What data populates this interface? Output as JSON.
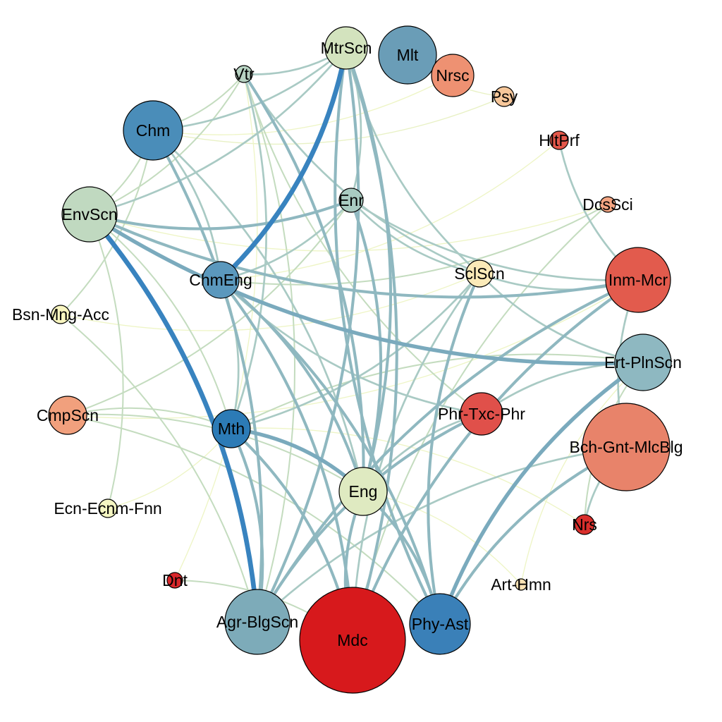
{
  "diagram": {
    "type": "network",
    "nodes": [
      {
        "id": "MtrScn",
        "label": "MtrScn",
        "color": "#d3e3be"
      },
      {
        "id": "Mlt",
        "label": "Mlt",
        "color": "#6a9db7"
      },
      {
        "id": "Nrsc",
        "label": "Nrsc",
        "color": "#ee9172"
      },
      {
        "id": "Psy",
        "label": "Psy",
        "color": "#f7c79a"
      },
      {
        "id": "HltPrf",
        "label": "HltPrf",
        "color": "#e4574a"
      },
      {
        "id": "DcsSci",
        "label": "DcsSci",
        "color": "#f4a582"
      },
      {
        "id": "Inm-Mcr",
        "label": "Inm-Mcr",
        "color": "#e25b4d"
      },
      {
        "id": "Ert-PlnScn",
        "label": "Ert-PlnScn",
        "color": "#8eb8c1"
      },
      {
        "id": "Bch-Gnt-MlcBlg",
        "label": "Bch-Gnt-MlcBlg",
        "color": "#e8836a"
      },
      {
        "id": "Nrs",
        "label": "Nrs",
        "color": "#d92f2c"
      },
      {
        "id": "Art-Hmn",
        "label": "Art-Hmn",
        "color": "#fbe2b4"
      },
      {
        "id": "Phy-Ast",
        "label": "Phy-Ast",
        "color": "#3a80b8"
      },
      {
        "id": "Mdc",
        "label": "Mdc",
        "color": "#d7191c"
      },
      {
        "id": "Agr-BlgScn",
        "label": "Agr-BlgScn",
        "color": "#7dabb9"
      },
      {
        "id": "Dnt",
        "label": "Dnt",
        "color": "#d8272a"
      },
      {
        "id": "Ecn-Ecnm-Fnn",
        "label": "Ecn-Ecnm-Fnn",
        "color": "#f5f6c2"
      },
      {
        "id": "CmpScn",
        "label": "CmpScn",
        "color": "#f1a07d"
      },
      {
        "id": "Bsn-Mng-Acc",
        "label": "Bsn-Mng-Acc",
        "color": "#f9f6c0"
      },
      {
        "id": "EnvScn",
        "label": "EnvScn",
        "color": "#c0d9c0"
      },
      {
        "id": "Chm",
        "label": "Chm",
        "color": "#4a8db9"
      },
      {
        "id": "Vtr",
        "label": "Vtr",
        "color": "#b7d3c2"
      },
      {
        "id": "Enr",
        "label": "Enr",
        "color": "#a9cbc1"
      },
      {
        "id": "ChmEng",
        "label": "ChmEng",
        "color": "#5b98bd"
      },
      {
        "id": "SclScn",
        "label": "SclScn",
        "color": "#fbeab8"
      },
      {
        "id": "Phr-Txc-Phr",
        "label": "Phr-Txc-Phr",
        "color": "#e0504a"
      },
      {
        "id": "Mth",
        "label": "Mth",
        "color": "#2c7bb6"
      },
      {
        "id": "Eng",
        "label": "Eng",
        "color": "#dfeac1"
      }
    ],
    "edges": [
      {
        "source": "MtrScn",
        "target": "ChmEng",
        "weight": 5,
        "color": "#3883bf"
      },
      {
        "source": "EnvScn",
        "target": "Agr-BlgScn",
        "weight": 5,
        "color": "#3883bf"
      },
      {
        "source": "EnvScn",
        "target": "Ert-PlnScn",
        "weight": 4,
        "color": "#7aaabd"
      },
      {
        "source": "Ert-PlnScn",
        "target": "Phy-Ast",
        "weight": 4,
        "color": "#7aaabd"
      },
      {
        "source": "Mth",
        "target": "Eng",
        "weight": 4,
        "color": "#7aaabd"
      },
      {
        "source": "Agr-BlgScn",
        "target": "Inm-Mcr",
        "weight": 3,
        "color": "#8fb8c0"
      },
      {
        "source": "Agr-BlgScn",
        "target": "Phr-Txc-Phr",
        "weight": 3,
        "color": "#8fb8c0"
      },
      {
        "source": "Agr-BlgScn",
        "target": "MtrScn",
        "weight": 3,
        "color": "#8fb8c0"
      },
      {
        "source": "Agr-BlgScn",
        "target": "Mth",
        "weight": 3,
        "color": "#8fb8c0"
      },
      {
        "source": "Agr-BlgScn",
        "target": "Chm",
        "weight": 3,
        "color": "#8fb8c0"
      },
      {
        "source": "Mdc",
        "target": "Eng",
        "weight": 3,
        "color": "#8fb8c0"
      },
      {
        "source": "Mdc",
        "target": "MtrScn",
        "weight": 3,
        "color": "#8fb8c0"
      },
      {
        "source": "Mdc",
        "target": "ChmEng",
        "weight": 3,
        "color": "#8fb8c0"
      },
      {
        "source": "Mdc",
        "target": "Mth",
        "weight": 3,
        "color": "#8fb8c0"
      },
      {
        "source": "Mdc",
        "target": "Inm-Mcr",
        "weight": 3,
        "color": "#8fb8c0"
      },
      {
        "source": "Phy-Ast",
        "target": "MtrScn",
        "weight": 3,
        "color": "#8fb8c0"
      },
      {
        "source": "Phy-Ast",
        "target": "SclScn",
        "weight": 3,
        "color": "#8fb8c0"
      },
      {
        "source": "Phy-Ast",
        "target": "ChmEng",
        "weight": 3,
        "color": "#8fb8c0"
      },
      {
        "source": "Phy-Ast",
        "target": "Eng",
        "weight": 3,
        "color": "#8fb8c0"
      },
      {
        "source": "Phy-Ast",
        "target": "Bch-Gnt-MlcBlg",
        "weight": 3,
        "color": "#8fb8c0"
      },
      {
        "source": "Eng",
        "target": "Enr",
        "weight": 3,
        "color": "#8fb8c0"
      },
      {
        "source": "Eng",
        "target": "ChmEng",
        "weight": 3,
        "color": "#8fb8c0"
      },
      {
        "source": "Eng",
        "target": "MtrScn",
        "weight": 3,
        "color": "#8fb8c0"
      },
      {
        "source": "Eng",
        "target": "Vtr",
        "weight": 3,
        "color": "#8fb8c0"
      },
      {
        "source": "EnvScn",
        "target": "Enr",
        "weight": 3,
        "color": "#8fb8c0"
      },
      {
        "source": "EnvScn",
        "target": "Inm-Mcr",
        "weight": 3,
        "color": "#8fb8c0"
      },
      {
        "source": "EnvScn",
        "target": "MtrScn",
        "weight": 2,
        "color": "#a9cac4"
      },
      {
        "source": "Enr",
        "target": "SclScn",
        "weight": 2,
        "color": "#a9cac4"
      },
      {
        "source": "Enr",
        "target": "ChmEng",
        "weight": 2,
        "color": "#a9cac4"
      },
      {
        "source": "Enr",
        "target": "Inm-Mcr",
        "weight": 2,
        "color": "#a9cac4"
      },
      {
        "source": "MtrScn",
        "target": "Chm",
        "weight": 2,
        "color": "#a9cac4"
      },
      {
        "source": "MtrScn",
        "target": "Enr",
        "weight": 2,
        "color": "#a9cac4"
      },
      {
        "source": "MtrScn",
        "target": "SclScn",
        "weight": 2,
        "color": "#a9cac4"
      },
      {
        "source": "Chm",
        "target": "ChmEng",
        "weight": 2,
        "color": "#a9cac4"
      },
      {
        "source": "Chm",
        "target": "Eng",
        "weight": 2,
        "color": "#a9cac4"
      },
      {
        "source": "Vtr",
        "target": "SclScn",
        "weight": 2,
        "color": "#a9cac4"
      },
      {
        "source": "Vtr",
        "target": "Mth",
        "weight": 2,
        "color": "#a9cac4"
      },
      {
        "source": "Inm-Mcr",
        "target": "Bch-Gnt-MlcBlg",
        "weight": 2,
        "color": "#a9cac4"
      },
      {
        "source": "Inm-Mcr",
        "target": "SclScn",
        "weight": 2,
        "color": "#a9cac4"
      },
      {
        "source": "Ert-PlnScn",
        "target": "SclScn",
        "weight": 2,
        "color": "#a9cac4"
      },
      {
        "source": "Ert-PlnScn",
        "target": "Phr-Txc-Phr",
        "weight": 2,
        "color": "#a9cac4"
      },
      {
        "source": "Bch-Gnt-MlcBlg",
        "target": "Nrs",
        "weight": 2,
        "color": "#a9cac4"
      },
      {
        "source": "Bch-Gnt-MlcBlg",
        "target": "Agr-BlgScn",
        "weight": 2,
        "color": "#a9cac4"
      },
      {
        "source": "Phr-Txc-Phr",
        "target": "Eng",
        "weight": 2,
        "color": "#a9cac4"
      },
      {
        "source": "SclScn",
        "target": "Mdc",
        "weight": 2,
        "color": "#a9cac4"
      },
      {
        "source": "SclScn",
        "target": "Mth",
        "weight": 2,
        "color": "#a9cac4"
      },
      {
        "source": "ChmEng",
        "target": "Phr-Txc-Phr",
        "weight": 2,
        "color": "#a9cac4"
      },
      {
        "source": "ChmEng",
        "target": "Mth",
        "weight": 2,
        "color": "#a9cac4"
      },
      {
        "source": "HltPrf",
        "target": "Inm-Mcr",
        "weight": 2,
        "color": "#a9cac4"
      },
      {
        "source": "MtrScn",
        "target": "Vtr",
        "weight": 2,
        "color": "#a9cac4"
      },
      {
        "source": "Chm",
        "target": "EnvScn",
        "weight": 1.5,
        "color": "#c4dcbf"
      },
      {
        "source": "Chm",
        "target": "Vtr",
        "weight": 1.5,
        "color": "#c4dcbf"
      },
      {
        "source": "Vtr",
        "target": "EnvScn",
        "weight": 1.5,
        "color": "#c4dcbf"
      },
      {
        "source": "Vtr",
        "target": "Agr-BlgScn",
        "weight": 1.5,
        "color": "#c4dcbf"
      },
      {
        "source": "Vtr",
        "target": "Phr-Txc-Phr",
        "weight": 1.5,
        "color": "#c4dcbf"
      },
      {
        "source": "Bsn-Mng-Acc",
        "target": "Agr-BlgScn",
        "weight": 1.5,
        "color": "#c4dcbf"
      },
      {
        "source": "Bsn-Mng-Acc",
        "target": "Chm",
        "weight": 1.5,
        "color": "#c4dcbf"
      },
      {
        "source": "CmpScn",
        "target": "Enr",
        "weight": 1.5,
        "color": "#c4dcbf"
      },
      {
        "source": "CmpScn",
        "target": "Phy-Ast",
        "weight": 1.5,
        "color": "#c4dcbf"
      },
      {
        "source": "CmpScn",
        "target": "Eng",
        "weight": 1.5,
        "color": "#c4dcbf"
      },
      {
        "source": "Ecn-Ecnm-Fnn",
        "target": "EnvScn",
        "weight": 1.5,
        "color": "#c4dcbf"
      },
      {
        "source": "Dnt",
        "target": "Mdc",
        "weight": 1.5,
        "color": "#c4dcbf"
      },
      {
        "source": "DcsSci",
        "target": "Mdc",
        "weight": 1.5,
        "color": "#c4dcbf"
      },
      {
        "source": "DcsSci",
        "target": "ChmEng",
        "weight": 1.5,
        "color": "#c4dcbf"
      },
      {
        "source": "Nrs",
        "target": "Ert-PlnScn",
        "weight": 1.5,
        "color": "#c4dcbf"
      },
      {
        "source": "Mth",
        "target": "Ert-PlnScn",
        "weight": 1.5,
        "color": "#c4dcbf"
      },
      {
        "source": "Mth",
        "target": "CmpScn",
        "weight": 1.5,
        "color": "#c4dcbf"
      },
      {
        "source": "EnvScn",
        "target": "Mth",
        "weight": 1.5,
        "color": "#c4dcbf"
      },
      {
        "source": "Psy",
        "target": "Mlt",
        "weight": 1,
        "color": "#e8f1c4"
      },
      {
        "source": "Psy",
        "target": "Chm",
        "weight": 1,
        "color": "#e8f1c4"
      },
      {
        "source": "Art-Hmn",
        "target": "Eng",
        "weight": 1,
        "color": "#eef5c6"
      },
      {
        "source": "Art-Hmn",
        "target": "Ert-PlnScn",
        "weight": 1,
        "color": "#eef5c6"
      },
      {
        "source": "Nrsc",
        "target": "Chm",
        "weight": 1,
        "color": "#eef5c6"
      },
      {
        "source": "HltPrf",
        "target": "ChmEng",
        "weight": 1,
        "color": "#eef5c6"
      },
      {
        "source": "Ecn-Ecnm-Fnn",
        "target": "Mth",
        "weight": 1,
        "color": "#eef5c6"
      },
      {
        "source": "Bsn-Mng-Acc",
        "target": "SclScn",
        "weight": 1,
        "color": "#eef5c6"
      },
      {
        "source": "Dnt",
        "target": "Vtr",
        "weight": 1,
        "color": "#eef5c6"
      },
      {
        "source": "CmpScn",
        "target": "Inm-Mcr",
        "weight": 1,
        "color": "#eef5c6"
      },
      {
        "source": "Nrs",
        "target": "Mth",
        "weight": 1,
        "color": "#eef5c6"
      },
      {
        "source": "DcsSci",
        "target": "EnvScn",
        "weight": 1,
        "color": "#eef5c6"
      }
    ]
  }
}
